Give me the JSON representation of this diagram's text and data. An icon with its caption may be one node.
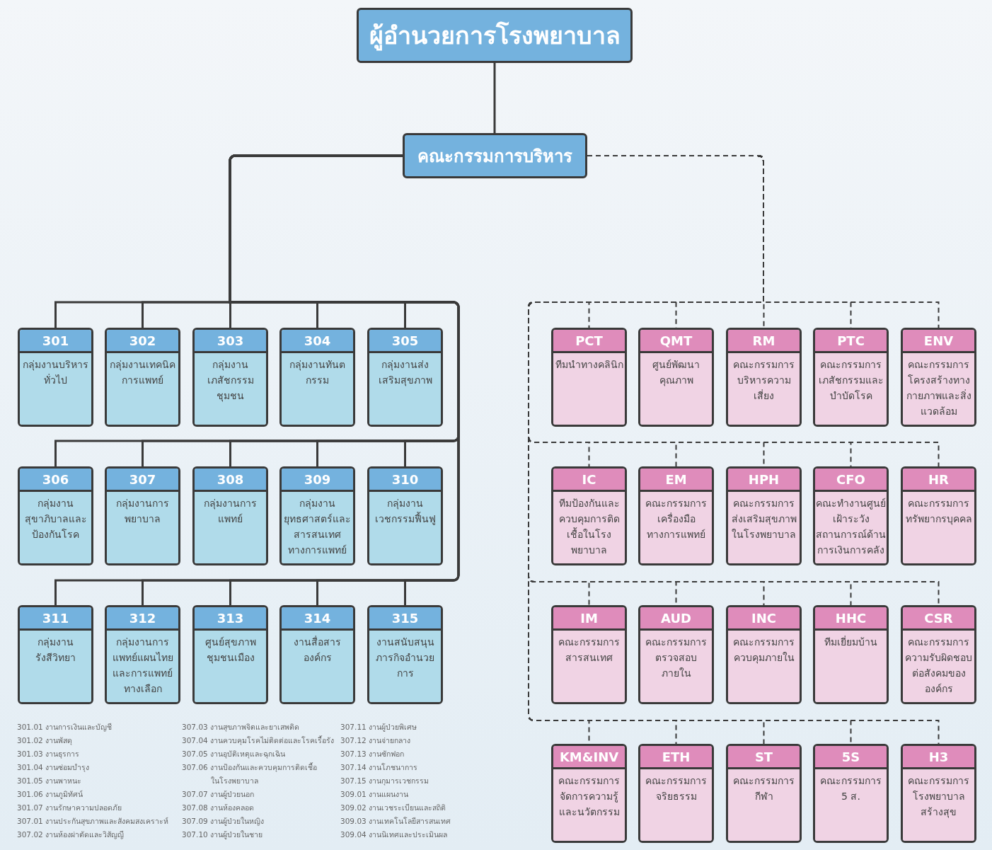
{
  "diagram": {
    "nodes": [
      {
        "text": [
          "ผู้อำนวยการโรงพยาบาล"
        ]
      },
      {
        "text": [
          "คณะกรรมการบริหาร"
        ]
      },
      {
        "text": [
          "301",
          "กลุ่มงานบริหารทั่วไป"
        ]
      },
      {
        "text": [
          "302",
          "กลุ่มงานเทคนิคการแพทย์"
        ]
      },
      {
        "text": [
          "303",
          "กลุ่มงานเภสัชกรรมชุมชน"
        ]
      },
      {
        "text": [
          "304",
          "กลุ่มงานทันตกรรม"
        ]
      },
      {
        "text": [
          "305",
          "กลุ่มงานส่งเสริมสุขภาพ"
        ]
      },
      {
        "text": [
          "306",
          "กลุ่มงานสุขาภิบาลและป้องกันโรค"
        ]
      },
      {
        "text": [
          "307",
          "กลุ่มงานการพยาบาล"
        ]
      },
      {
        "text": [
          "308",
          "กลุ่มงานการแพทย์"
        ]
      },
      {
        "text": [
          "309",
          "กลุ่มงานยุทธศาสตร์และสารสนเทศทางการแพทย์"
        ]
      },
      {
        "text": [
          "310",
          "กลุ่มงานเวชกรรมฟื้นฟู"
        ]
      },
      {
        "text": [
          "311",
          "กลุ่มงานรังสีวิทยา"
        ]
      },
      {
        "text": [
          "312",
          "กลุ่มงานการแพทย์แผนไทยและการแพทย์ทางเลือก"
        ]
      },
      {
        "text": [
          "313",
          "ศูนย์สุขภาพชุมชนเมือง"
        ]
      },
      {
        "text": [
          "314",
          "งานสื่อสารองค์กร"
        ]
      },
      {
        "text": [
          "315",
          "งานสนับสนุนภารกิจอำนวยการ"
        ]
      },
      {
        "text": [
          "PCT",
          "ทีมนำทางคลินิก"
        ]
      },
      {
        "text": [
          "QMT",
          "ศูนย์พัฒนาคุณภาพ"
        ]
      },
      {
        "text": [
          "RM",
          "คณะกรรมการบริหารความเสี่ยง"
        ]
      },
      {
        "text": [
          "PTC",
          "คณะกรรมการเภสัชกรรมและบำบัดโรค"
        ]
      },
      {
        "text": [
          "ENV",
          "คณะกรรมการโครงสร้างทางกายภาพและสิ่งแวดล้อม"
        ]
      },
      {
        "text": [
          "IC",
          "ทีมป้องกันและควบคุมการติดเชื้อในโรงพยาบาล"
        ]
      },
      {
        "text": [
          "EM",
          "คณะกรรมการเครื่องมือทางการแพทย์"
        ]
      },
      {
        "text": [
          "HPH",
          "คณะกรรมการส่งเสริมสุขภาพในโรงพยาบาล"
        ]
      },
      {
        "text": [
          "CFO",
          "คณะทำงานศูนย์เฝ้าระวังสถานการณ์ด้านการเงินการคลัง"
        ]
      },
      {
        "text": [
          "HR",
          "คณะกรรมการทรัพยากรบุคคล"
        ]
      },
      {
        "text": [
          "IM",
          "คณะกรรมการสารสนเทศ"
        ]
      },
      {
        "text": [
          "AUD",
          "คณะกรรมการตรวจสอบภายใน"
        ]
      },
      {
        "text": [
          "INC",
          "คณะกรรมการควบคุมภายใน"
        ]
      },
      {
        "text": [
          "HHC",
          "ทีมเยี่ยมบ้าน"
        ]
      },
      {
        "text": [
          "CSR",
          "คณะกรรมการความรับผิดชอบต่อสังคมขององค์กร"
        ]
      },
      {
        "text": [
          "KM&INV",
          "คณะกรรมการจัดการความรู้และนวัตกรรม"
        ]
      },
      {
        "text": [
          "ETH",
          "คณะกรรมการจริยธรรม"
        ]
      },
      {
        "text": [
          "ST",
          "คณะกรรมการกีฬา"
        ]
      },
      {
        "text": [
          "5S",
          "คณะกรรมการ 5 ส."
        ]
      },
      {
        "text": [
          "H3",
          "คณะกรรมการโรงพยาบาลสร้างสุข"
        ]
      }
    ],
    "edges": [
      {
        "from": 0,
        "to": 1,
        "arrow": "none"
      },
      {
        "from": 1,
        "to": 2,
        "arrow": "none"
      },
      {
        "from": 1,
        "to": 3,
        "arrow": "none"
      },
      {
        "from": 1,
        "to": 4,
        "arrow": "none"
      },
      {
        "from": 1,
        "to": 5,
        "arrow": "none"
      },
      {
        "from": 1,
        "to": 6,
        "arrow": "none"
      },
      {
        "from": 1,
        "to": 7,
        "arrow": "none"
      },
      {
        "from": 1,
        "to": 8,
        "arrow": "none"
      },
      {
        "from": 1,
        "to": 9,
        "arrow": "none"
      },
      {
        "from": 1,
        "to": 10,
        "arrow": "none"
      },
      {
        "from": 1,
        "to": 11,
        "arrow": "none"
      },
      {
        "from": 1,
        "to": 12,
        "arrow": "none"
      },
      {
        "from": 1,
        "to": 13,
        "arrow": "none"
      },
      {
        "from": 1,
        "to": 14,
        "arrow": "none"
      },
      {
        "from": 1,
        "to": 15,
        "arrow": "none"
      },
      {
        "from": 1,
        "to": 16,
        "arrow": "none"
      },
      {
        "from": 1,
        "to": 17,
        "arrow": "none",
        "style": "dashed"
      },
      {
        "from": 1,
        "to": 18,
        "arrow": "none",
        "style": "dashed"
      },
      {
        "from": 1,
        "to": 19,
        "arrow": "none",
        "style": "dashed"
      },
      {
        "from": 1,
        "to": 20,
        "arrow": "none",
        "style": "dashed"
      },
      {
        "from": 1,
        "to": 21,
        "arrow": "none",
        "style": "dashed"
      },
      {
        "from": 1,
        "to": 22,
        "arrow": "none",
        "style": "dashed"
      },
      {
        "from": 1,
        "to": 23,
        "arrow": "none",
        "style": "dashed"
      },
      {
        "from": 1,
        "to": 24,
        "arrow": "none",
        "style": "dashed"
      },
      {
        "from": 1,
        "to": 25,
        "arrow": "none",
        "style": "dashed"
      },
      {
        "from": 1,
        "to": 26,
        "arrow": "none",
        "style": "dashed"
      },
      {
        "from": 1,
        "to": 27,
        "arrow": "none",
        "style": "dashed"
      },
      {
        "from": 1,
        "to": 28,
        "arrow": "none",
        "style": "dashed"
      },
      {
        "from": 1,
        "to": 29,
        "arrow": "none",
        "style": "dashed"
      },
      {
        "from": 1,
        "to": 30,
        "arrow": "none",
        "style": "dashed"
      },
      {
        "from": 1,
        "to": 31,
        "arrow": "none",
        "style": "dashed"
      },
      {
        "from": 1,
        "to": 32,
        "arrow": "none",
        "style": "dashed"
      },
      {
        "from": 1,
        "to": 33,
        "arrow": "none",
        "style": "dashed"
      },
      {
        "from": 1,
        "to": 34,
        "arrow": "none",
        "style": "dashed"
      },
      {
        "from": 1,
        "to": 35,
        "arrow": "none",
        "style": "dashed"
      },
      {
        "from": 1,
        "to": 36,
        "arrow": "none",
        "style": "dashed"
      }
    ],
    "labels": [
      "301.01 งานการเงินและบัญชี",
      "301.02 งานพัสดุ",
      "301.03 งานธุรการ",
      "301.04 งานซ่อมบำรุง",
      "301.05 งานพาหนะ",
      "301.06 งานภูมิทัศน์",
      "301.07 งานรักษาความปลอดภัย",
      "307.01 งานประกันสุขภาพและสังคมสงเคราะห์",
      "307.02 งานห้องผ่าตัดและวิสัญญี",
      "307.03 งานสุขภาพจิตและยาเสพติด",
      "307.04 งานควบคุมโรคไม่ติดต่อและโรคเรื้อรัง",
      "307.05 งานอุบัติเหตุและฉุกเฉิน",
      "307.06 งานป้องกันและควบคุมการติดเชื้อในโรงพยาบาล",
      "307.07 งานผู้ป่วยนอก",
      "307.08 งานห้องคลอด",
      "307.09 งานผู้ป่วยในหญิง",
      "307.10 งานผู้ป่วยในชาย",
      "307.11 งานผู้ป่วยพิเศษ",
      "307.12 งานจ่ายกลาง",
      "307.13 งานซักฟอก",
      "307.14 งานโภชนาการ",
      "307.15 งานกุมารเวชกรรม",
      "309.01 งานแผนงาน",
      "309.02 งานเวชระเบียนและสถิติ",
      "309.03 งานเทคโนโลยีสารสนเทศ",
      "309.04 งานนิเทศและประเมินผล"
    ]
  }
}
